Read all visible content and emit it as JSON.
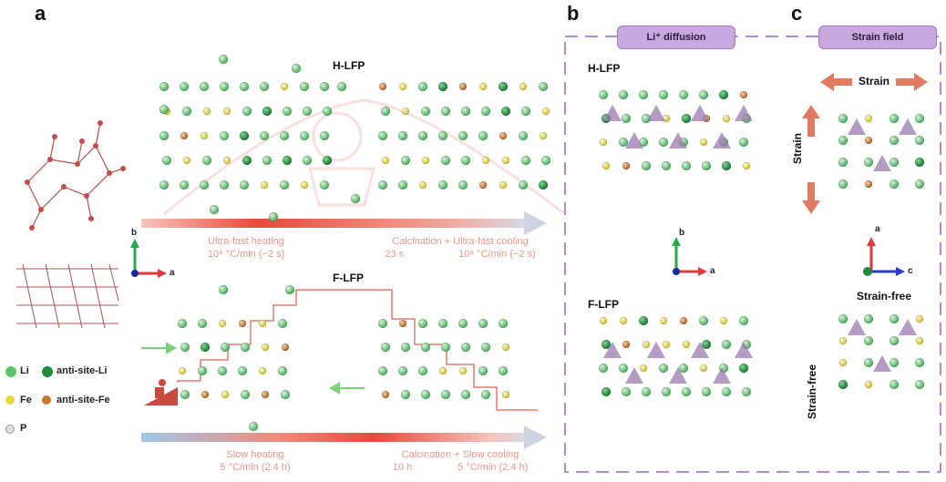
{
  "panel_a": {
    "letter": "a",
    "h_title": "H-LFP",
    "f_title": "F-LFP",
    "h_heat_1": "Ultra-fast heating",
    "h_heat_2": "10⁸ °C/min (~2 s)",
    "h_calc_1": "Calcination + Ultra-fast cooling",
    "h_calc_2": "23 s",
    "h_calc_3": "10⁸ °C/min (~2 s)",
    "f_heat_1": "Slow heating",
    "f_heat_2": "5 °C/min (2.4 h)",
    "f_calc_1": "Calcination + Slow cooling",
    "f_calc_2": "10 h",
    "f_calc_3": "5 °C/min (2.4 h)",
    "axis_b": "b",
    "axis_a": "a"
  },
  "legend": {
    "li": "Li",
    "anti_li": "anti-site-Li",
    "fe": "Fe",
    "anti_fe": "anti-site-Fe",
    "p": "P"
  },
  "panel_b": {
    "letter": "b",
    "pill": "Li⁺ diffusion",
    "h_title": "H-LFP",
    "f_title": "F-LFP",
    "axis_b": "b",
    "axis_a": "a"
  },
  "panel_c": {
    "letter": "c",
    "pill": "Strain field",
    "strain_top": "Strain",
    "strain_side": "Strain",
    "strain_free": "Strain-free",
    "strain_free_side": "Strain-free",
    "axis_a": "a",
    "axis_c": "c"
  },
  "colors": {
    "li": "#5cc46a",
    "anti_li": "#1f8a3a",
    "fe": "#e6d83a",
    "anti_fe": "#c8782a",
    "arrow": "#e45a4a",
    "dash": "#b48ad0",
    "polyhedra": "#9a7ab0"
  }
}
